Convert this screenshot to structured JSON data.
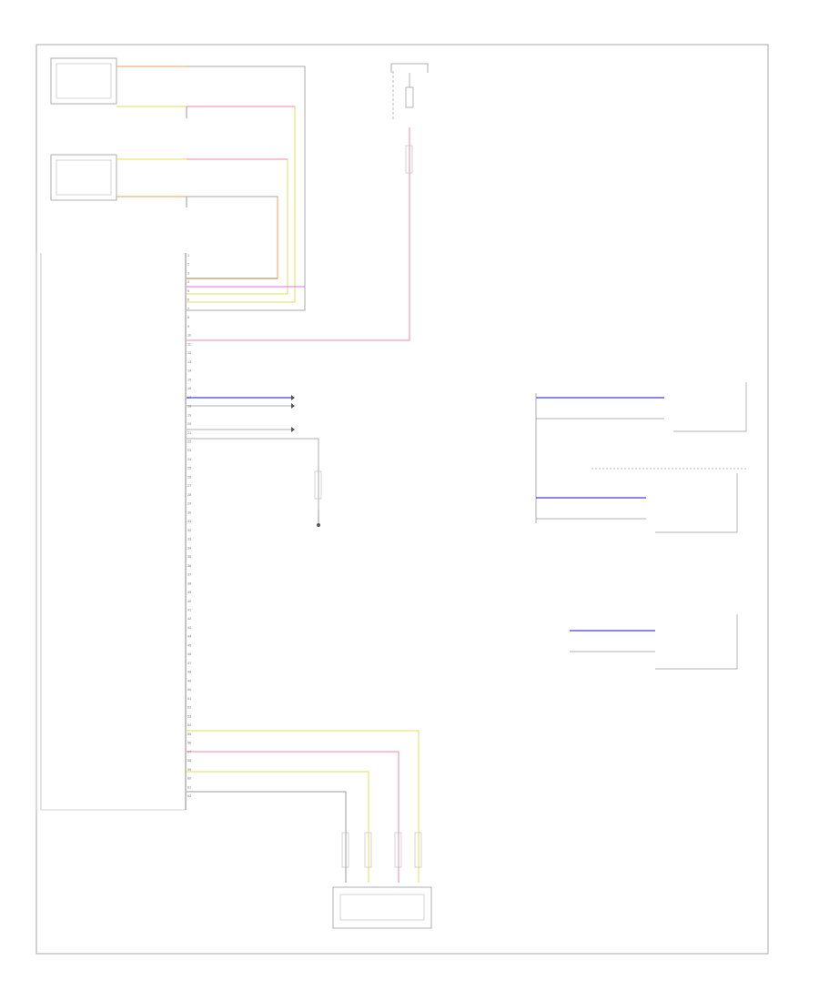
{
  "diagram": {
    "footer_code": "",
    "module": {
      "label": [
        "",
        ""
      ],
      "pins": [
        "1",
        "2",
        "3",
        "4",
        "5",
        "6",
        "7",
        "8",
        "9",
        "10",
        "11",
        "12",
        "13",
        "14",
        "15",
        "16",
        "17",
        "18",
        "19",
        "20",
        "21",
        "22",
        "23",
        "24",
        "25",
        "26",
        "27",
        "28",
        "29",
        "30",
        "31",
        "32",
        "33",
        "34",
        "35",
        "36",
        "37",
        "38",
        "39",
        "40",
        "41",
        "42",
        "43",
        "44",
        "45",
        "46",
        "47",
        "48",
        "49",
        "50",
        "51",
        "52",
        "53",
        "54",
        "55",
        "56",
        "57",
        "58",
        "59",
        "60",
        "61",
        "62"
      ]
    },
    "sensors": [
      {
        "name": "",
        "desc": [
          "",
          "",
          "",
          ""
        ]
      },
      {
        "name": "",
        "desc": [
          "",
          "",
          "",
          ""
        ]
      }
    ],
    "fuse": {
      "title": [
        "",
        ""
      ],
      "desc": [
        "",
        "",
        "",
        ""
      ]
    },
    "left_signals": [
      {
        "label": "",
        "wire": "",
        "circuit": ""
      },
      {
        "label": "",
        "wire": "",
        "circuit": ""
      },
      {
        "label": "",
        "wire": "",
        "circuit": ""
      },
      {
        "label": "",
        "wire": "",
        "circuit": ""
      },
      {
        "label": "",
        "wire": "",
        "circuit": ""
      },
      {
        "label": "",
        "wire": "",
        "circuit": ""
      },
      {
        "label": "",
        "wire": "",
        "circuit": ""
      },
      {
        "label": "",
        "wire": "",
        "circuit": ""
      }
    ],
    "bottom_signals": [
      {
        "label": "",
        "wire": "",
        "circuit": ""
      },
      {
        "label": "",
        "wire": "",
        "circuit": ""
      },
      {
        "label": "",
        "wire": "",
        "circuit": ""
      },
      {
        "label": "",
        "wire": "",
        "circuit": ""
      }
    ],
    "ground": {
      "name": "",
      "desc": [
        "",
        ""
      ]
    },
    "right_modules": [
      {
        "label": "",
        "desc": [
          "",
          "",
          ""
        ]
      },
      {
        "label": "",
        "desc": [
          "",
          "",
          ""
        ]
      },
      {
        "label": "",
        "desc": [
          "",
          "",
          ""
        ]
      }
    ],
    "bottom_module": {
      "desc": [
        "",
        "",
        "",
        "",
        ""
      ]
    },
    "colors": {
      "orange": "#e8a35a",
      "yellow": "#e6dc5a",
      "pink": "#f08aa8",
      "magenta": "#e070e0",
      "brown": "#b07a3c",
      "blue": "#4040e0",
      "frame": "#aaaaaa",
      "line": "#888888"
    }
  }
}
